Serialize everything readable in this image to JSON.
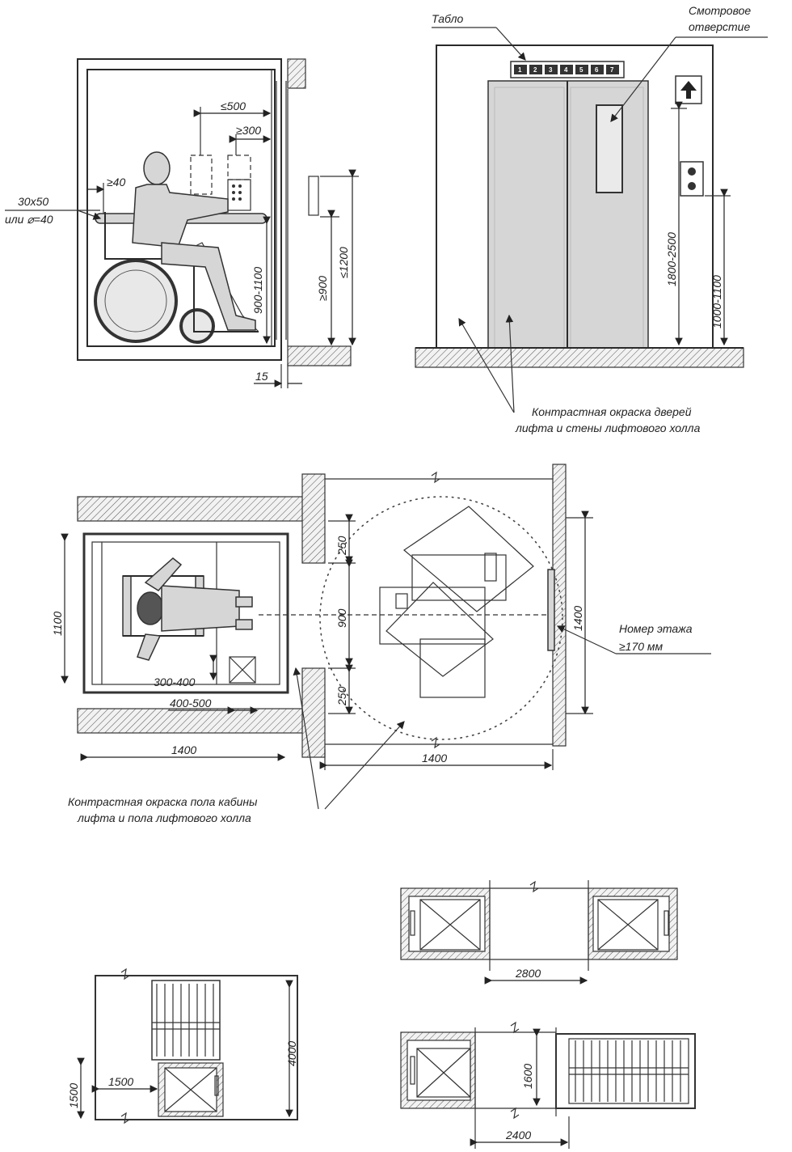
{
  "labels": {
    "tablo": "Табло",
    "view_hole_1": "Смотровое",
    "view_hole_2": "отверстие",
    "handrail_1": "30х50",
    "handrail_2": "или ⌀=40",
    "contrast_doors_1": "Контрастная окраска дверей",
    "contrast_doors_2": "лифта и стены лифтового холла",
    "floor_number_1": "Номер этажа",
    "floor_number_2": "≥170 мм",
    "contrast_floor_1": "Контрастная окраска пола кабины",
    "contrast_floor_2": "лифта и пола лифтового холла"
  },
  "dimensions": {
    "d_le500": "≤500",
    "d_ge300": "≥300",
    "d_ge40": "≥40",
    "d_900_1100": "900-1100",
    "d_ge900": "≥900",
    "d_le1200": "≤1200",
    "d_15": "15",
    "d_1800_2500": "1800-2500",
    "d_1000_1100": "1000-1100",
    "d_1100": "1100",
    "d_250_top": "250",
    "d_900": "900",
    "d_250_bottom": "250",
    "d_1400_right": "1400",
    "d_300_400": "300-400",
    "d_400_500": "400-500",
    "d_1400_cabin": "1400",
    "d_1400_hall": "1400",
    "d_2800": "2800",
    "d_4000": "4000",
    "d_1500_w": "1500",
    "d_1500_h": "1500",
    "d_1600": "1600",
    "d_2400": "2400"
  },
  "indicator_floors": [
    "1",
    "2",
    "3",
    "4",
    "5",
    "6",
    "7"
  ],
  "icons": {
    "direction_arrow": "up-arrow-icon",
    "call_buttons": "call-button-icon"
  }
}
